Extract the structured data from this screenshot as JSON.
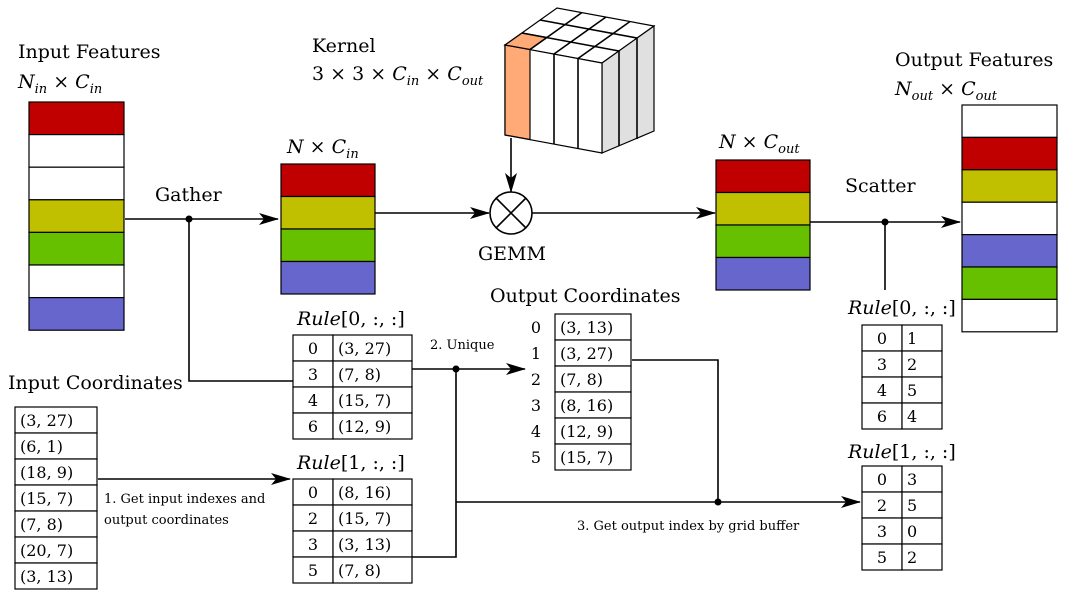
{
  "colors": {
    "red": "#c00000",
    "olive": "#c0c000",
    "green": "#66c000",
    "blue": "#6666cc",
    "white": "#ffffff",
    "orange": "#ffaa77",
    "grey": "#e0e0e0"
  },
  "input_features": {
    "title": "Input Features",
    "dims": "N_in × C_in",
    "rows": [
      "red",
      "white",
      "white",
      "olive",
      "green",
      "white",
      "blue"
    ]
  },
  "gathered": {
    "dims": "N × C_in",
    "rows": [
      "red",
      "olive",
      "green",
      "blue"
    ]
  },
  "kernel": {
    "title": "Kernel",
    "dims": "3 × 3 × C_in × C_out"
  },
  "gemm_label": "GEMM",
  "gathered_out": {
    "dims": "N × C_out",
    "rows": [
      "red",
      "olive",
      "green",
      "blue"
    ]
  },
  "output_features": {
    "title": "Output Features",
    "dims": "N_out × C_out",
    "rows": [
      "white",
      "red",
      "olive",
      "white",
      "blue",
      "green",
      "white"
    ]
  },
  "labels": {
    "gather": "Gather",
    "scatter": "Scatter",
    "unique": "2. Unique",
    "get_input_line1": "1. Get input indexes and",
    "get_input_line2": "output coordinates",
    "grid_buffer": "3. Get output index by grid buffer",
    "input_coordinates": "Input Coordinates",
    "output_coordinates": "Output Coordinates"
  },
  "input_coords": [
    "(3, 27)",
    "(6, 1)",
    "(18, 9)",
    "(15, 7)",
    "(7, 8)",
    "(20, 7)",
    "(3, 13)"
  ],
  "output_coords": {
    "indices": [
      "0",
      "1",
      "2",
      "3",
      "4",
      "5"
    ],
    "values": [
      "(3, 13)",
      "(3, 27)",
      "(7, 8)",
      "(8, 16)",
      "(12, 9)",
      "(15, 7)"
    ]
  },
  "rule0_left": {
    "title": "Rule[0, :, :]",
    "rows": [
      [
        "0",
        "(3, 27)"
      ],
      [
        "3",
        "(7, 8)"
      ],
      [
        "4",
        "(15, 7)"
      ],
      [
        "6",
        "(12, 9)"
      ]
    ]
  },
  "rule1_left": {
    "title": "Rule[1, :, :]",
    "rows": [
      [
        "0",
        "(8, 16)"
      ],
      [
        "2",
        "(15, 7)"
      ],
      [
        "3",
        "(3, 13)"
      ],
      [
        "5",
        "(7, 8)"
      ]
    ]
  },
  "rule0_right": {
    "title": "Rule[0, :, :]",
    "rows": [
      [
        "0",
        "1"
      ],
      [
        "3",
        "2"
      ],
      [
        "4",
        "5"
      ],
      [
        "6",
        "4"
      ]
    ]
  },
  "rule1_right": {
    "title": "Rule[1, :, :]",
    "rows": [
      [
        "0",
        "3"
      ],
      [
        "2",
        "5"
      ],
      [
        "3",
        "0"
      ],
      [
        "5",
        "2"
      ]
    ]
  }
}
